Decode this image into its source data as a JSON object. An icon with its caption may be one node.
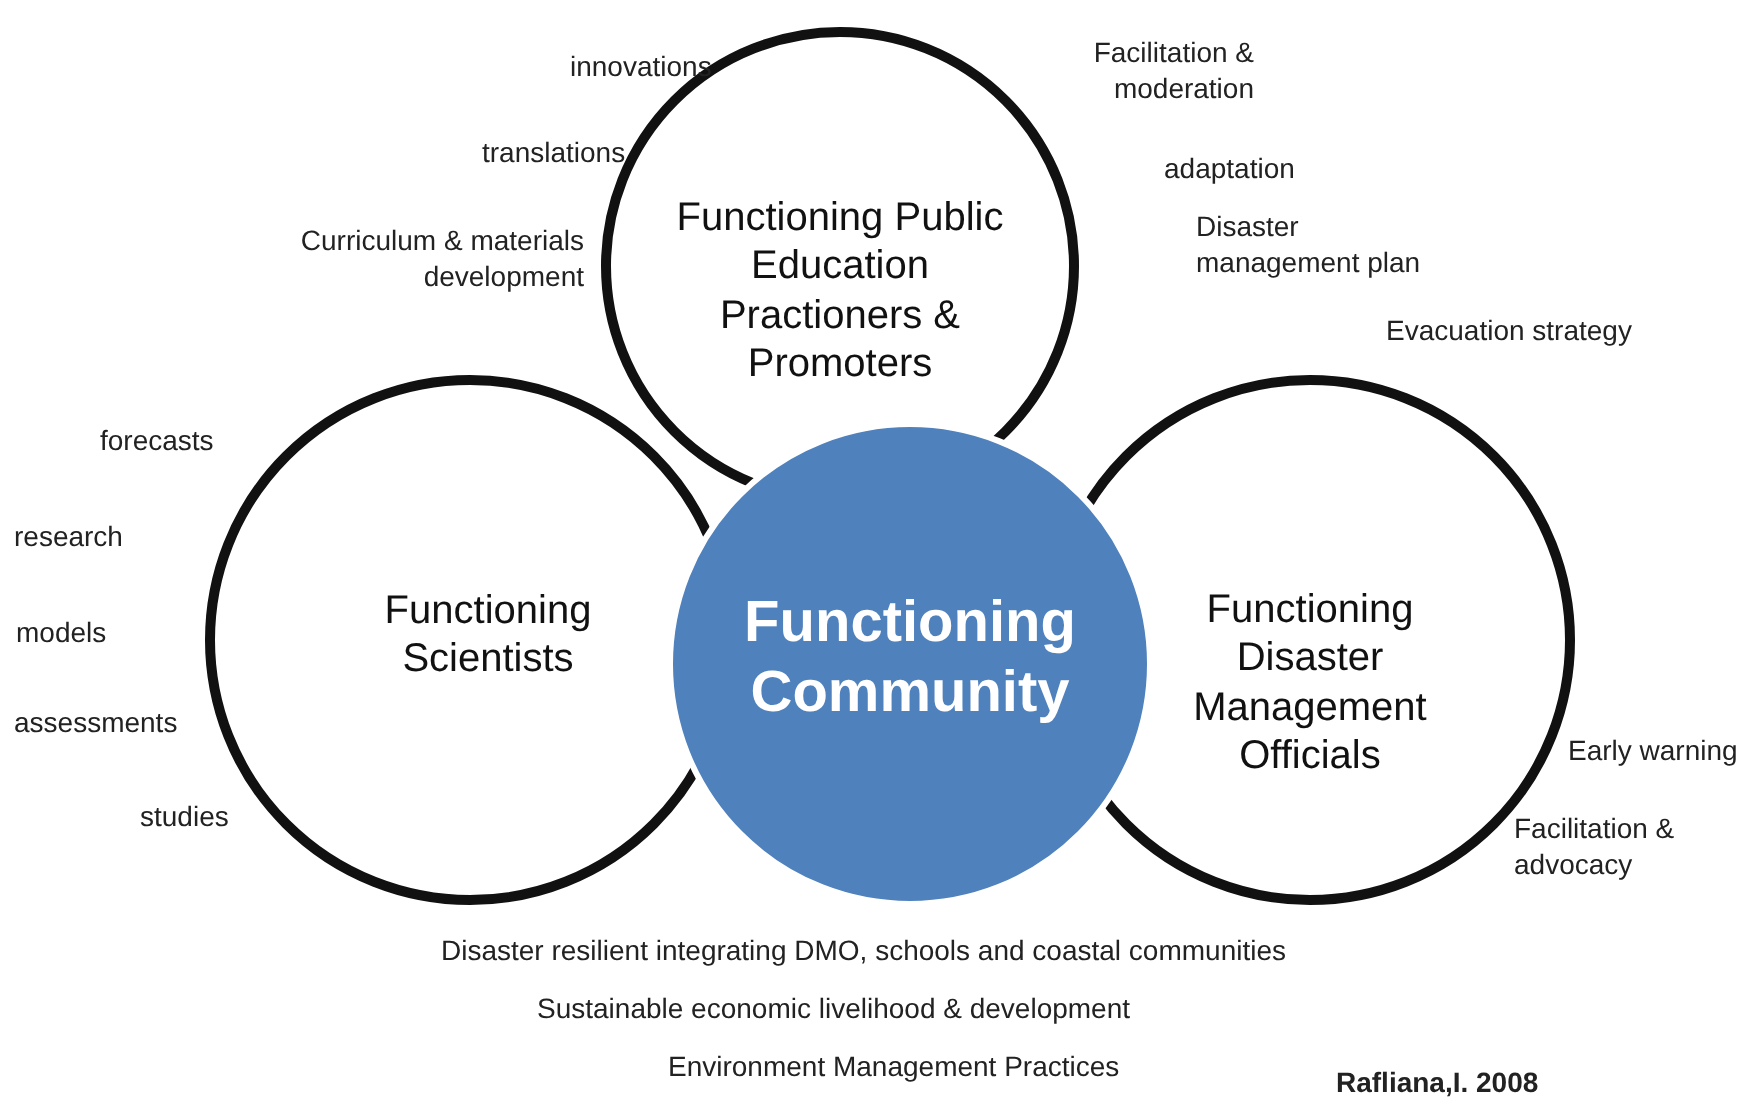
{
  "diagram": {
    "nodes": [
      {
        "text": [
          "Functioning Public Education Practioners & Promoters"
        ]
      },
      {
        "text": [
          "Functioning Scientists"
        ]
      },
      {
        "text": [
          "Functioning Disaster Management Officials"
        ]
      },
      {
        "text": [
          "Functioning Community"
        ]
      }
    ],
    "labels": [
      "innovations",
      "Facilitation & moderation",
      "translations",
      "adaptation",
      "Curriculum & materials development",
      "Disaster management plan",
      "Evacuation strategy",
      "forecasts",
      "research",
      "models",
      "assessments",
      "Early warning",
      "studies",
      "Facilitation & advocacy",
      "Disaster resilient integrating DMO, schools and coastal communities",
      "Sustainable economic livelihood & development",
      "Environment Management Practices",
      "Rafliana,I. 2008"
    ]
  }
}
